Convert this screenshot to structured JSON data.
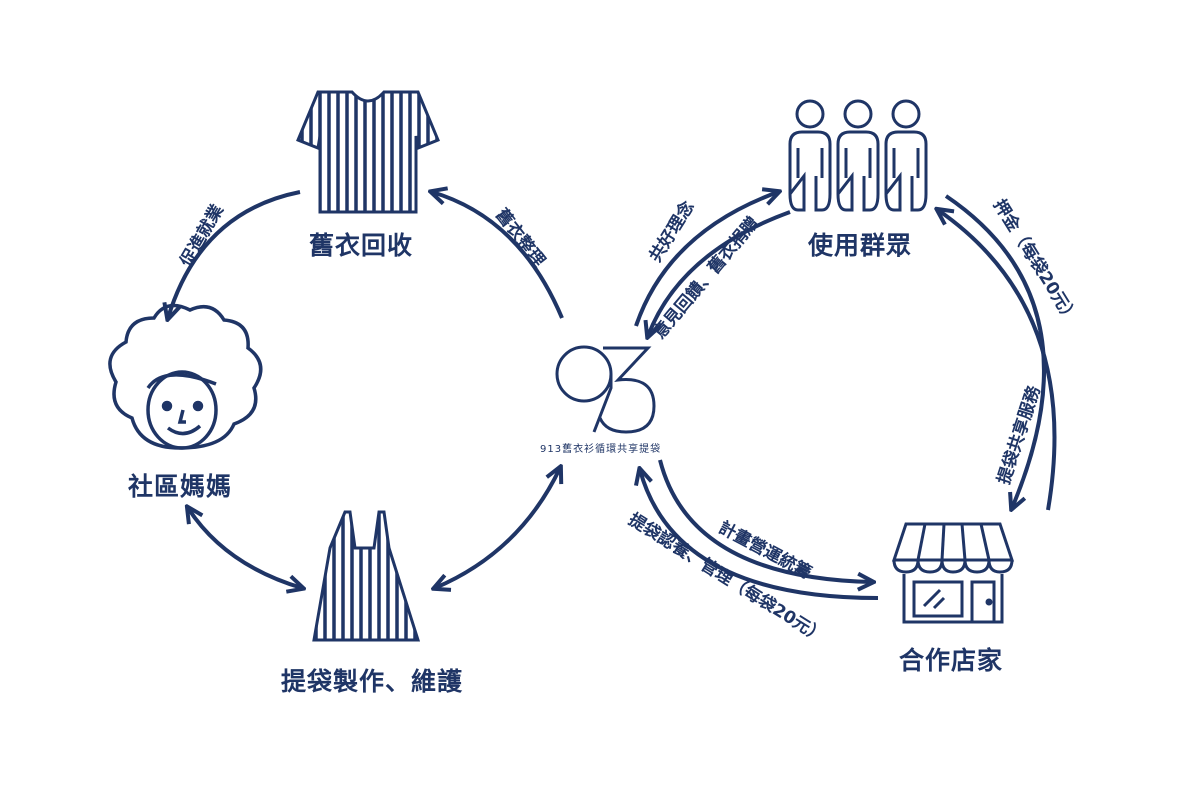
{
  "logo": {
    "mark": "913",
    "tagline": "913舊衣衫循環共享提袋"
  },
  "nodes": {
    "clothes": {
      "label": "舊衣回收",
      "icon": "striped-shirt-icon"
    },
    "mother": {
      "label": "社區媽媽",
      "icon": "curly-hair-woman-icon"
    },
    "bag": {
      "label": "提袋製作、維護",
      "icon": "striped-tote-bag-icon"
    },
    "users": {
      "label": "使用群眾",
      "icon": "three-people-icon"
    },
    "store": {
      "label": "合作店家",
      "icon": "storefront-icon"
    }
  },
  "edges": {
    "employment": "促進就業",
    "sorting": "舊衣整理",
    "concept": "共好理念",
    "feedback": "意見回饋、舊衣捐贈",
    "deposit": "押金（每袋20元）",
    "service": "提袋共享服務",
    "planning": "計畫營運統籌",
    "certification": "提袋認養、管理（每袋20元）"
  },
  "colors": {
    "primary": "#1f3566",
    "background": "#ffffff"
  }
}
